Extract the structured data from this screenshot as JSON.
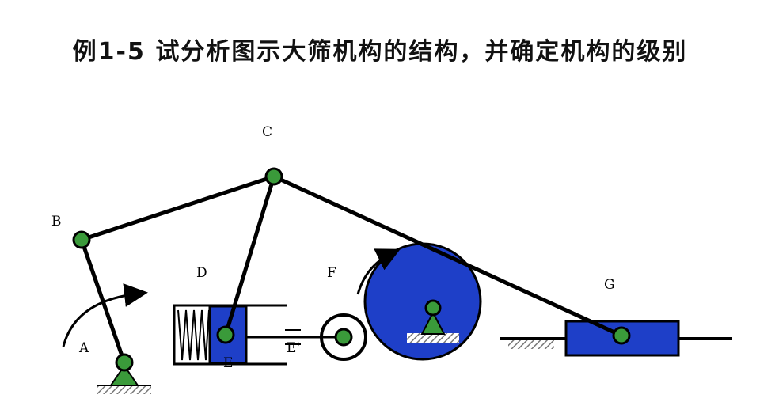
{
  "title": "例1-5 试分析图示大筛机构的结构，并确定机构的级别",
  "labels": {
    "A": "A",
    "B": "B",
    "C": "C",
    "D": "D",
    "E_lower": "E",
    "E_prime": "E'",
    "F": "F",
    "G": "G"
  },
  "colors": {
    "link": "#000000",
    "joint": "#3a9a3a",
    "slider": "#1e3fc8",
    "cam": "#1e3fc8",
    "ground_hatch": "#777777",
    "arrow": "#000000"
  },
  "icons": {
    "ground_support": "triangle-support-icon",
    "rotation_arrow": "curved-arrow-icon"
  }
}
